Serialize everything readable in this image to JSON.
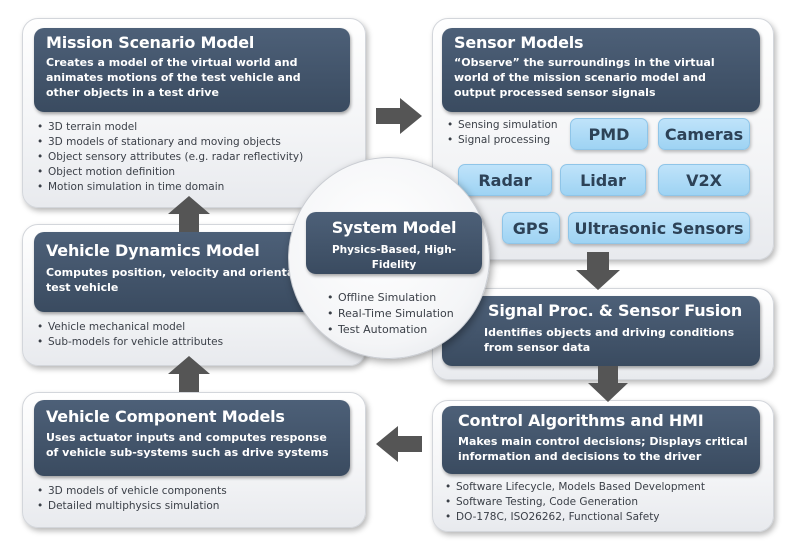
{
  "colors": {
    "header_bg": "#43546b",
    "sensor_bg": "#a8d8f5",
    "arrow": "#555555",
    "panel_bg": "#f3f4f6"
  },
  "mission": {
    "title": "Mission Scenario Model",
    "desc": "Creates a model of the virtual world and animates motions of the test vehicle and other objects in a test drive",
    "items": [
      "3D terrain model",
      "3D models of stationary and moving objects",
      "Object sensory attributes (e.g. radar reflectivity)",
      "Object motion definition",
      "Motion simulation in time domain"
    ]
  },
  "sensor_models": {
    "title": "Sensor Models",
    "desc": "“Observe” the surroundings in the virtual world of the mission scenario model and output processed sensor signals",
    "items": [
      "Sensing simulation",
      "Signal processing"
    ],
    "sensors": [
      "PMD",
      "Cameras",
      "Radar",
      "Lidar",
      "V2X",
      "GPS",
      "Ultrasonic Sensors"
    ]
  },
  "vehicle_dynamics": {
    "title": "Vehicle Dynamics Model",
    "desc": "Computes position, velocity and orientation of test vehicle",
    "items": [
      "Vehicle mechanical model",
      "Sub-models for vehicle attributes"
    ]
  },
  "system_model": {
    "title": "System Model",
    "subtitle": "Physics-Based, High-Fidelity",
    "items": [
      "Offline Simulation",
      "Real-Time Simulation",
      "Test Automation"
    ]
  },
  "signal_proc": {
    "title": "Signal Proc. & Sensor Fusion",
    "desc": "Identifies objects and driving conditions from sensor data"
  },
  "component": {
    "title": "Vehicle Component Models",
    "desc": "Uses actuator inputs and computes response of vehicle sub-systems such as drive systems",
    "items": [
      "3D models of vehicle components",
      "Detailed multiphysics simulation"
    ]
  },
  "control": {
    "title": "Control Algorithms and HMI",
    "desc": "Makes main control decisions; Displays critical information and decisions to the driver",
    "items": [
      "Software Lifecycle, Models Based Development",
      "Software Testing, Code Generation",
      "DO-178C, ISO26262, Functional Safety"
    ]
  }
}
